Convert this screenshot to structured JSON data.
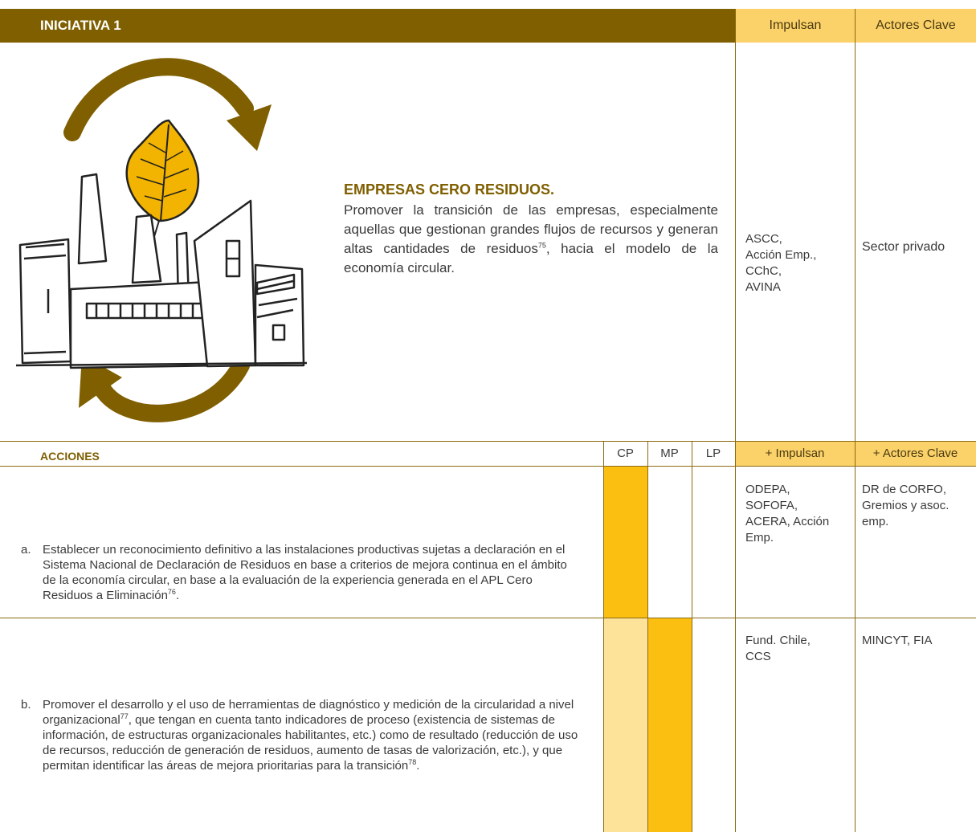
{
  "header": {
    "title": "INICIATIVA 1",
    "col_impulsan": "Impulsan",
    "col_actores": "Actores Clave"
  },
  "initiative": {
    "title": "EMPRESAS CERO RESIDUOS.",
    "description_part1": "Promover la transición de las empresas, especialmente aquellas que gestionan grandes flujos de recursos y generan altas cantidades de residuos",
    "footnote": "75",
    "description_part2": ", hacia el modelo de la economía circular.",
    "impulsan": [
      "ASCC,",
      "Acción Emp.,",
      "CChC,",
      "AVINA"
    ],
    "actores": "Sector privado"
  },
  "actions_header": {
    "label": "ACCIONES",
    "cp": "CP",
    "mp": "MP",
    "lp": "LP",
    "plus_impulsan": "+ Impulsan",
    "plus_actores": "+ Actores Clave"
  },
  "actions": [
    {
      "letter": "a.",
      "text": "Establecer un reconocimiento definitivo a las instalaciones productivas sujetas a declaración en el Sistema Nacional de Declaración de Residuos en base a criterios de mejora continua en el ámbito de la economía circular, en base a la evaluación de la experiencia generada en el APL Cero Residuos a Eliminación",
      "footnote": "76",
      "text_end": ".",
      "impulsan": [
        "ODEPA,",
        "SOFOFA,",
        "ACERA, Acción",
        "Emp."
      ],
      "actores": [
        "DR de CORFO,",
        "Gremios y asoc.",
        "emp."
      ]
    },
    {
      "letter": "b.",
      "text_part1": "Promover el desarrollo y el uso de herramientas de diagnóstico y medición de la circularidad a nivel organizacional",
      "footnote1": "77",
      "text_part2": ", que tengan en cuenta tanto indicadores de proceso (existencia de sistemas de información, de estructuras organizacionales habilitantes, etc.) como de resultado (reducción de uso de recursos, reducción de generación de residuos, aumento de tasas de valorización, etc.), y que permitan identificar las áreas de mejora prioritarias para la transición",
      "footnote2": "78",
      "text_end": ".",
      "impulsan": [
        "Fund. Chile,",
        "CCS"
      ],
      "actores": [
        "MINCYT, FIA"
      ]
    }
  ],
  "colors": {
    "brand_brown": "#7f5f00",
    "header_yellow": "#fbd26a",
    "bar_strong": "#fbbf12",
    "bar_light": "#fde29a",
    "leaf": "#f2b400"
  },
  "icons": [
    "circular-arrow-top-icon",
    "circular-arrow-bottom-icon",
    "factory-icon",
    "leaf-icon"
  ]
}
